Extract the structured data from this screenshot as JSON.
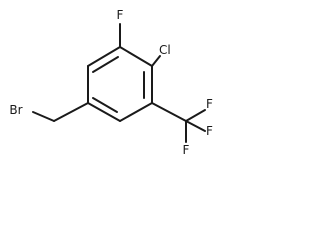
{
  "molecule": {
    "atoms": {
      "f_top": "F",
      "cl": "Cl",
      "br": "Br",
      "f_cf3_a": "F",
      "f_cf3_b": "F",
      "f_cf3_c": "F"
    }
  }
}
